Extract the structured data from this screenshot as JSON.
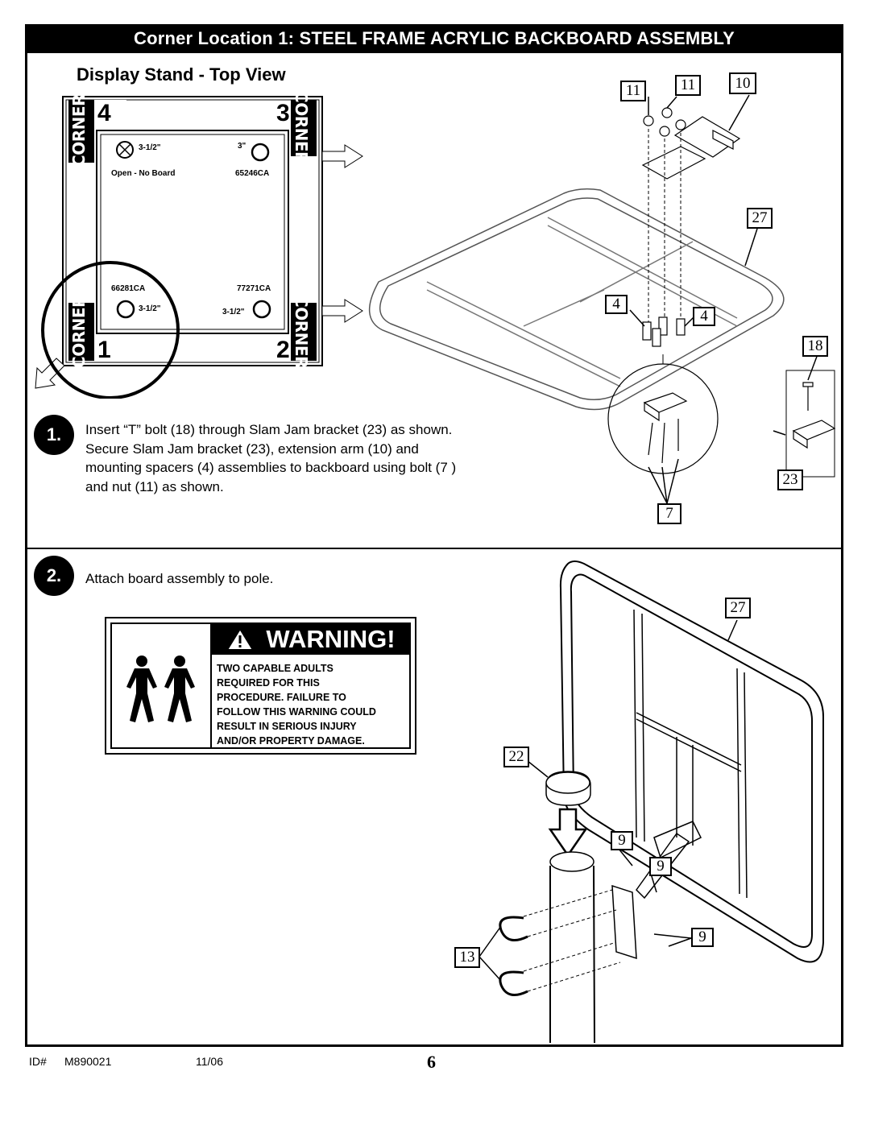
{
  "header": {
    "title": "Corner Location 1: STEEL FRAME ACRYLIC BACKBOARD ASSEMBLY"
  },
  "display_stand": {
    "title": "Display Stand - Top View",
    "corner_word": "CORNER",
    "corners": [
      "4",
      "3",
      "1",
      "2"
    ],
    "hole_top_left": "3-1/2\"",
    "hole_top_right": "3\"",
    "label_open": "Open - No Board",
    "code_top_right": "65246CA",
    "code_bottom_left": "66281CA",
    "code_bottom_right": "77271CA",
    "hole_bottom_left": "3-1/2\"",
    "hole_bottom_right": "3-1/2\""
  },
  "step1": {
    "number": "1.",
    "lines": [
      "Insert “T” bolt (18) through Slam Jam bracket (23) as shown.",
      "Secure Slam Jam bracket (23), extension arm (10) and",
      "mounting spacers (4) assemblies to backboard using bolt (7 )",
      "and nut (11) as shown."
    ]
  },
  "step2": {
    "number": "2.",
    "text": "Attach board assembly to pole."
  },
  "warning": {
    "heading": "WARNING!",
    "lines": [
      "TWO CAPABLE ADULTS",
      "REQUIRED FOR THIS",
      "PROCEDURE. FAILURE TO",
      "FOLLOW THIS WARNING COULD",
      "RESULT IN SERIOUS INJURY",
      "AND/OR PROPERTY DAMAGE."
    ]
  },
  "callouts": {
    "c11a": "11",
    "c11b": "11",
    "c10": "10",
    "c27a": "27",
    "c4a": "4",
    "c4b": "4",
    "c18": "18",
    "c23": "23",
    "c7": "7",
    "c27b": "27",
    "c22": "22",
    "c9a": "9",
    "c9b": "9",
    "c9c": "9",
    "c13": "13"
  },
  "footer": {
    "id_label": "ID#",
    "id_value": "M890021",
    "date": "11/06",
    "page": "6"
  }
}
